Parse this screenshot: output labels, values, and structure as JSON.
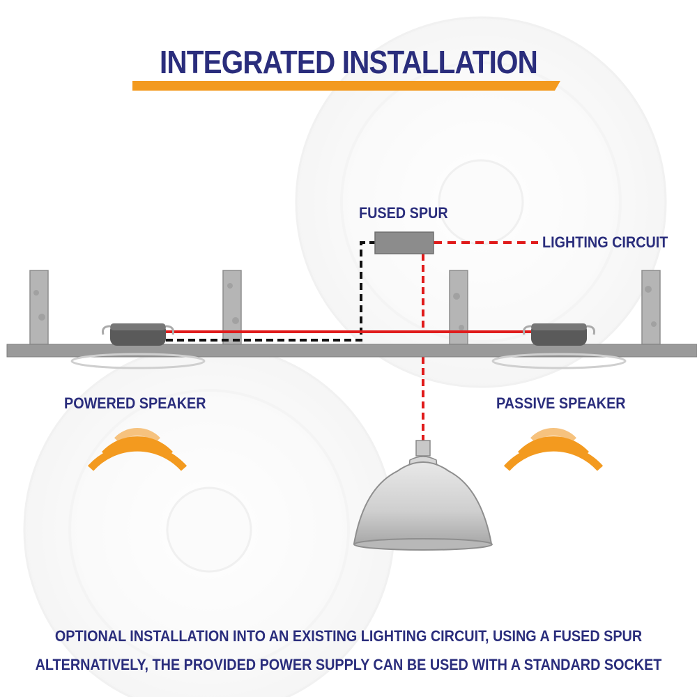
{
  "title": "INTEGRATED INSTALLATION",
  "labels": {
    "fused_spur": "FUSED SPUR",
    "lighting_circuit": "LIGHTING CIRCUIT",
    "powered_speaker": "POWERED SPEAKER",
    "passive_speaker": "PASSIVE SPEAKER"
  },
  "captions": [
    "OPTIONAL INSTALLATION INTO AN EXISTING LIGHTING CIRCUIT, USING A FUSED SPUR",
    "ALTERNATIVELY, THE PROVIDED POWER SUPPLY CAN BE USED WITH A STANDARD SOCKET"
  ],
  "colors": {
    "text": "#2a2d7c",
    "accent": "#f39a1f",
    "wire_live": "#e01b1b",
    "wire_neutral": "#111111",
    "ceiling": "#9a9a9a"
  }
}
